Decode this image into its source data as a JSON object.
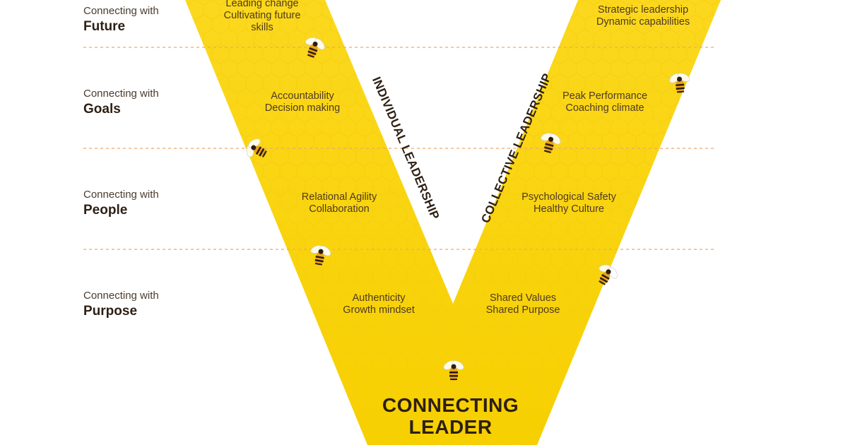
{
  "rows": [
    {
      "prefix": "Connecting with",
      "name": "Future"
    },
    {
      "prefix": "Connecting with",
      "name": "Goals"
    },
    {
      "prefix": "Connecting with",
      "name": "People"
    },
    {
      "prefix": "Connecting with",
      "name": "Purpose"
    }
  ],
  "individual": {
    "title": "INDIVIDUAL LEADERSHIP",
    "future": [
      "Leading change",
      "Cultivating future",
      "skills"
    ],
    "goals": [
      "Accountability",
      "Decision making"
    ],
    "people": [
      "Relational Agility",
      "Collaboration"
    ],
    "purpose": [
      "Authenticity",
      "Growth mindset"
    ]
  },
  "collective": {
    "title": "COLLECTIVE LEADERSHIP",
    "future": [
      "Strategic leadership",
      "Dynamic capabilities"
    ],
    "goals": [
      "Peak Performance",
      "Coaching climate"
    ],
    "people": [
      "Psychological Safety",
      "Healthy Culture"
    ],
    "purpose": [
      "Shared Values",
      "Shared Purpose"
    ]
  },
  "center": {
    "line1": "CONNECTING",
    "line2": "LEADER"
  },
  "colors": {
    "v_fill": "#f9d71c",
    "v_dark": "#f2c200",
    "divider": "#f0a868",
    "text": "#2d1f14"
  },
  "icons": [
    "bee-icon"
  ]
}
